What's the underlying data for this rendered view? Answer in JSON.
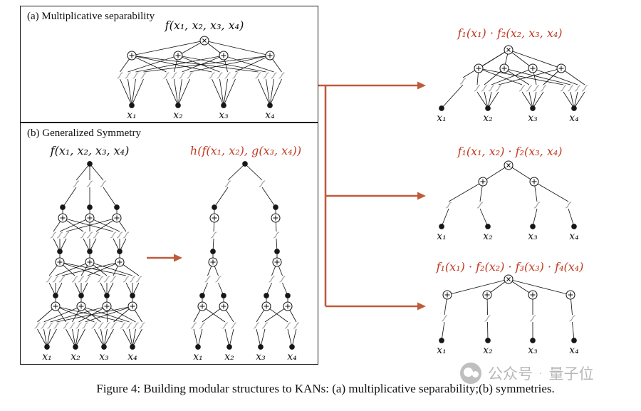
{
  "colors": {
    "formula_red": "#bf3b22",
    "arrow_red": "#c05a3a",
    "ink": "#161616",
    "glyph_gray": "#a5a5a5"
  },
  "panel_a": {
    "title": "(a) Multiplicative separability",
    "formula": "f(x₁, x₂, x₃, x₄)",
    "inputs": [
      "x₁",
      "x₂",
      "x₃",
      "x₄"
    ]
  },
  "panel_b": {
    "title": "(b) Generalized Symmetry",
    "left_formula": "f(x₁, x₂, x₃, x₄)",
    "right_formula": "h(f(x₁, x₂), g(x₃, x₄))",
    "left_inputs": [
      "x₁",
      "x₂",
      "x₃",
      "x₄"
    ],
    "right_inputs": [
      "x₁",
      "x₂",
      "x₃",
      "x₄"
    ]
  },
  "right_panels": [
    {
      "formula": "f₁(x₁) · f₂(x₂, x₃, x₄)",
      "inputs": [
        "x₁",
        "x₂",
        "x₃",
        "x₄"
      ]
    },
    {
      "formula": "f₁(x₁, x₂) · f₂(x₃, x₄)",
      "inputs": [
        "x₁",
        "x₂",
        "x₃",
        "x₄"
      ]
    },
    {
      "formula": "f₁(x₁) · f₂(x₂) · f₃(x₃) · f₄(x₄)",
      "inputs": [
        "x₁",
        "x₂",
        "x₃",
        "x₄"
      ]
    }
  ],
  "caption": "Figure 4: Building modular structures to KANs: (a) multiplicative separability;(b) symmetries.",
  "watermark": {
    "left": "公众号",
    "separator": "·",
    "right": "量子位"
  }
}
